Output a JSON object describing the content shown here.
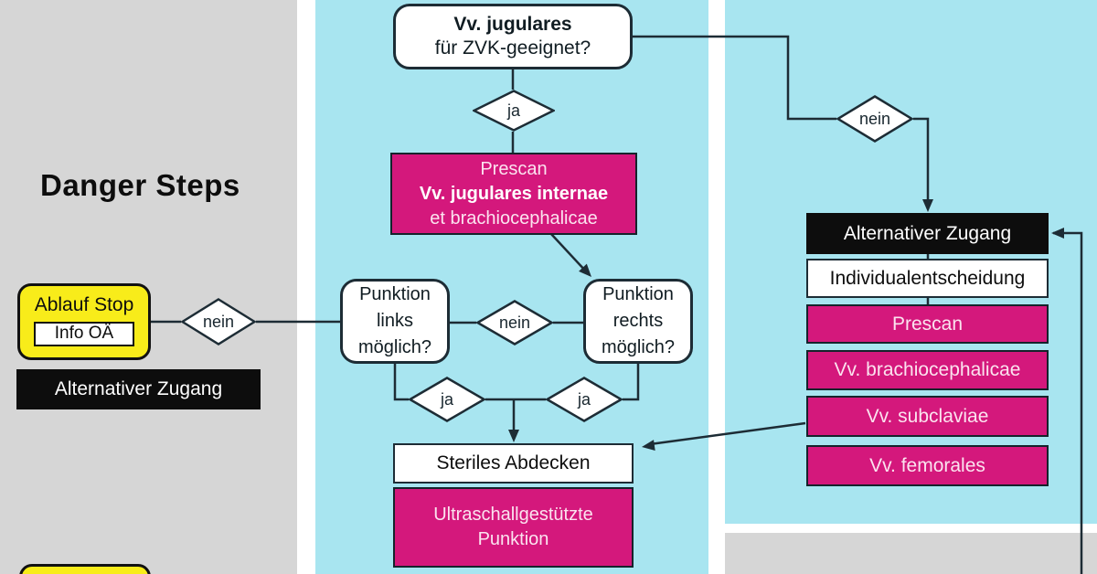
{
  "colors": {
    "magenta": "#d4187c",
    "cyan": "#a8e5f0",
    "gray": "#d6d6d6",
    "yellow": "#f8ec1a",
    "line": "#1d2c35",
    "ink": "#0d0d0d",
    "pinktext": "#fbe3ef"
  },
  "left_panel": {
    "heading": "Danger Steps",
    "stop_title": "Ablauf Stop",
    "stop_sub": "Info OÄ",
    "nein": "nein",
    "alt_zugang": "Alternativer Zugang"
  },
  "flow": {
    "ja": "ja",
    "nein": "nein",
    "top": {
      "line1": "Vv. jugulares",
      "line2": "für ZVK-geeignet?"
    },
    "prescan": {
      "line1": "Prescan",
      "line2": "Vv. jugulares internae",
      "line3": "et brachiocephalicae"
    },
    "links": {
      "line1": "Punktion",
      "line2": "links",
      "line3": "möglich?"
    },
    "rechts": {
      "line1": "Punktion",
      "line2": "rechts",
      "line3": "möglich?"
    },
    "steriles": "Steriles Abdecken",
    "ultra": {
      "line1": "Ultraschallgestützte",
      "line2": "Punktion"
    }
  },
  "right_panel": {
    "nein": "nein",
    "items": [
      {
        "label": "Alternativer Zugang",
        "style": "black"
      },
      {
        "label": "Individualentscheidung",
        "style": "white"
      },
      {
        "label": "Prescan",
        "style": "magenta"
      },
      {
        "label": "Vv. brachiocephalicae",
        "style": "magenta"
      },
      {
        "label": "Vv. subclaviae",
        "style": "magenta"
      },
      {
        "label": "Vv. femorales",
        "style": "magenta"
      }
    ]
  }
}
